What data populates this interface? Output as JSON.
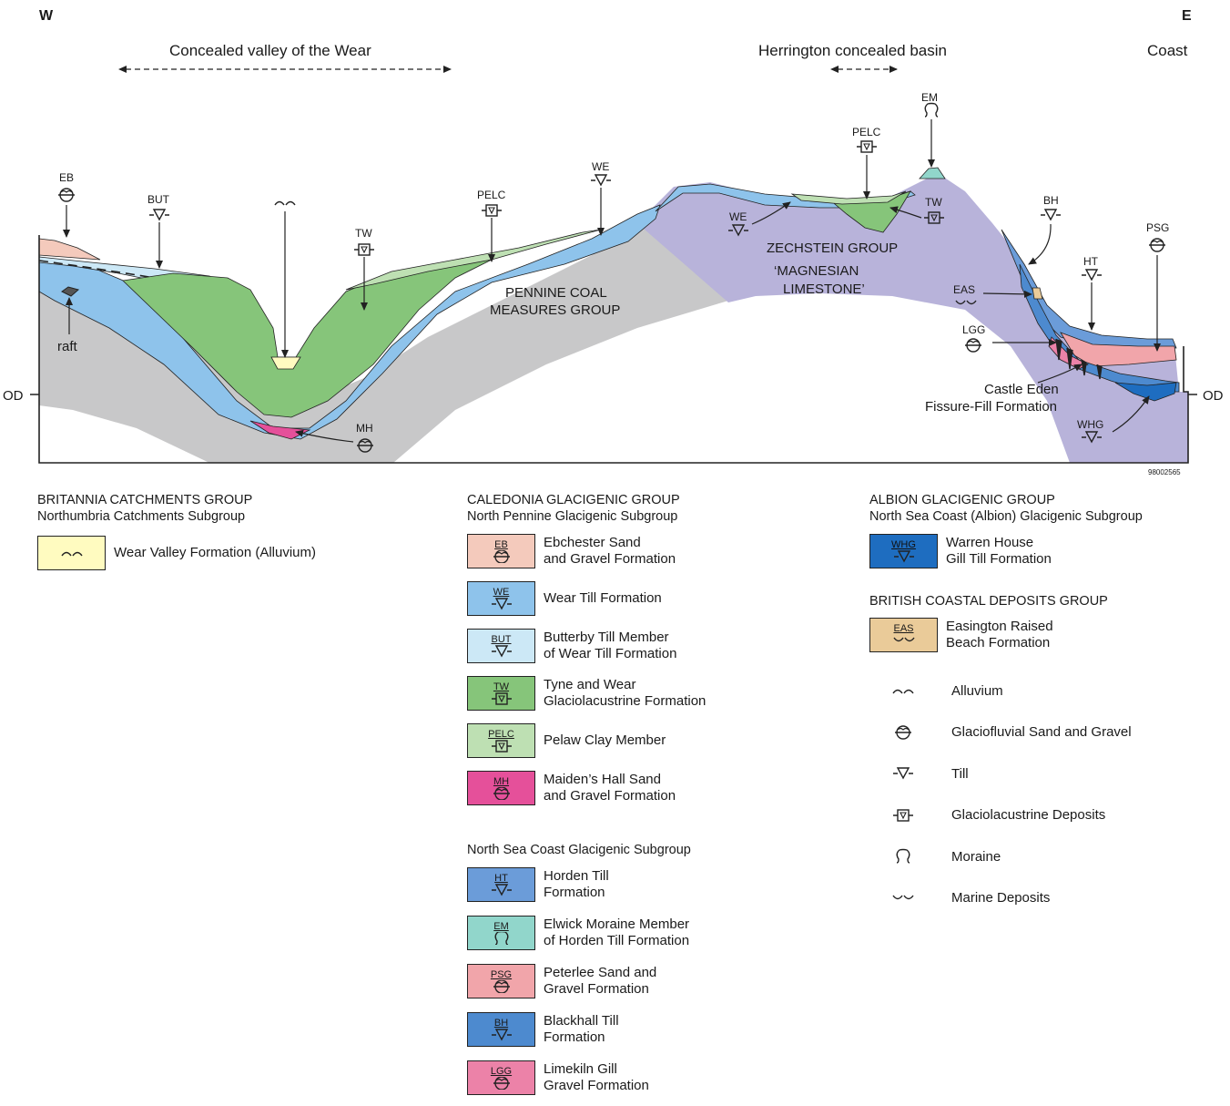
{
  "cross_section": {
    "west": "W",
    "east": "E",
    "coast": "Coast",
    "wear_valley_title": "Concealed valley of the Wear",
    "herrington_title": "Herrington concealed basin",
    "od_left": "OD",
    "od_right": "OD",
    "figure_id": "98002565",
    "units": {
      "pennine_line1": "PENNINE COAL",
      "pennine_line2": "MEASURES GROUP",
      "zechstein": "ZECHSTEIN GROUP",
      "magnesian_line1": "‘MAGNESIAN",
      "magnesian_line2": "LIMESTONE’",
      "castle_eden_line1": "Castle Eden",
      "castle_eden_line2": "Fissure-Fill Formation",
      "raft": "raft"
    },
    "callouts": {
      "eb": "EB",
      "but": "BUT",
      "tw": "TW",
      "mh": "MH",
      "pelc": "PELC",
      "we": "WE",
      "we2": "WE",
      "pelc2": "PELC",
      "em": "EM",
      "tw2": "TW",
      "bh": "BH",
      "eas": "EAS",
      "ht": "HT",
      "psg": "PSG",
      "lgg": "LGG",
      "whg": "WHG"
    }
  },
  "legend": {
    "britannia": {
      "title": "BRITANNIA CATCHMENTS GROUP",
      "subtitle": "Northumbria Catchments Subgroup",
      "items": [
        {
          "code": "",
          "symbol": "alluvium",
          "color": "#FFFBC0",
          "label": "Wear Valley Formation (Alluvium)"
        }
      ]
    },
    "caledonia": {
      "title": "CALEDONIA GLACIGENIC GROUP",
      "subtitle": "North Pennine Glacigenic Subgroup",
      "items": [
        {
          "code": "EB",
          "symbol": "glaciofluvial",
          "color": "#F4CABC",
          "label": "Ebchester Sand\nand Gravel Formation"
        },
        {
          "code": "WE",
          "symbol": "till",
          "color": "#8EC3EB",
          "label": "Wear Till Formation"
        },
        {
          "code": "BUT",
          "symbol": "till",
          "color": "#CCE8F6",
          "label": "Butterby Till Member\nof Wear Till Formation"
        },
        {
          "code": "TW",
          "symbol": "glaciolacustrine",
          "color": "#86C57A",
          "label": "Tyne and Wear\nGlaciolacustrine Formation"
        },
        {
          "code": "PELC",
          "symbol": "glaciolacustrine",
          "color": "#BEE0B3",
          "label": "Pelaw Clay Member"
        },
        {
          "code": "MH",
          "symbol": "glaciofluvial",
          "color": "#E5509A",
          "label": "Maiden’s Hall Sand\nand Gravel Formation"
        }
      ],
      "subtitle2": "North Sea Coast Glacigenic Subgroup",
      "items2": [
        {
          "code": "HT",
          "symbol": "till",
          "color": "#6B9CD9",
          "label": "Horden Till\nFormation"
        },
        {
          "code": "EM",
          "symbol": "moraine",
          "color": "#91D6CB",
          "label": "Elwick Moraine Member\nof Horden Till Formation"
        },
        {
          "code": "PSG",
          "symbol": "glaciofluvial",
          "color": "#F1A5AA",
          "label": "Peterlee Sand and\nGravel Formation"
        },
        {
          "code": "BH",
          "symbol": "till",
          "color": "#4D8ACF",
          "label": "Blackhall Till\nFormation"
        },
        {
          "code": "LGG",
          "symbol": "glaciofluvial",
          "color": "#EC82A8",
          "label": "Limekiln Gill\nGravel Formation"
        }
      ]
    },
    "albion": {
      "title": "ALBION GLACIGENIC GROUP",
      "subtitle": "North Sea Coast (Albion) Glacigenic Subgroup",
      "items": [
        {
          "code": "WHG",
          "symbol": "till",
          "color": "#1E6DC0",
          "label": "Warren House\nGill Till Formation"
        }
      ]
    },
    "coastal": {
      "title": "BRITISH COASTAL DEPOSITS GROUP",
      "items": [
        {
          "code": "EAS",
          "symbol": "marine",
          "color": "#EACB99",
          "label": "Easington Raised\nBeach Formation"
        }
      ]
    },
    "symbols": [
      {
        "icon": "alluvium-icon",
        "label": "Alluvium"
      },
      {
        "icon": "glaciofluvial-icon",
        "label": "Glaciofluvial Sand and Gravel"
      },
      {
        "icon": "till-icon",
        "label": "Till"
      },
      {
        "icon": "glaciolacustrine-icon",
        "label": "Glaciolacustrine Deposits"
      },
      {
        "icon": "moraine-icon",
        "label": "Moraine"
      },
      {
        "icon": "marine-icon",
        "label": "Marine Deposits"
      }
    ]
  }
}
